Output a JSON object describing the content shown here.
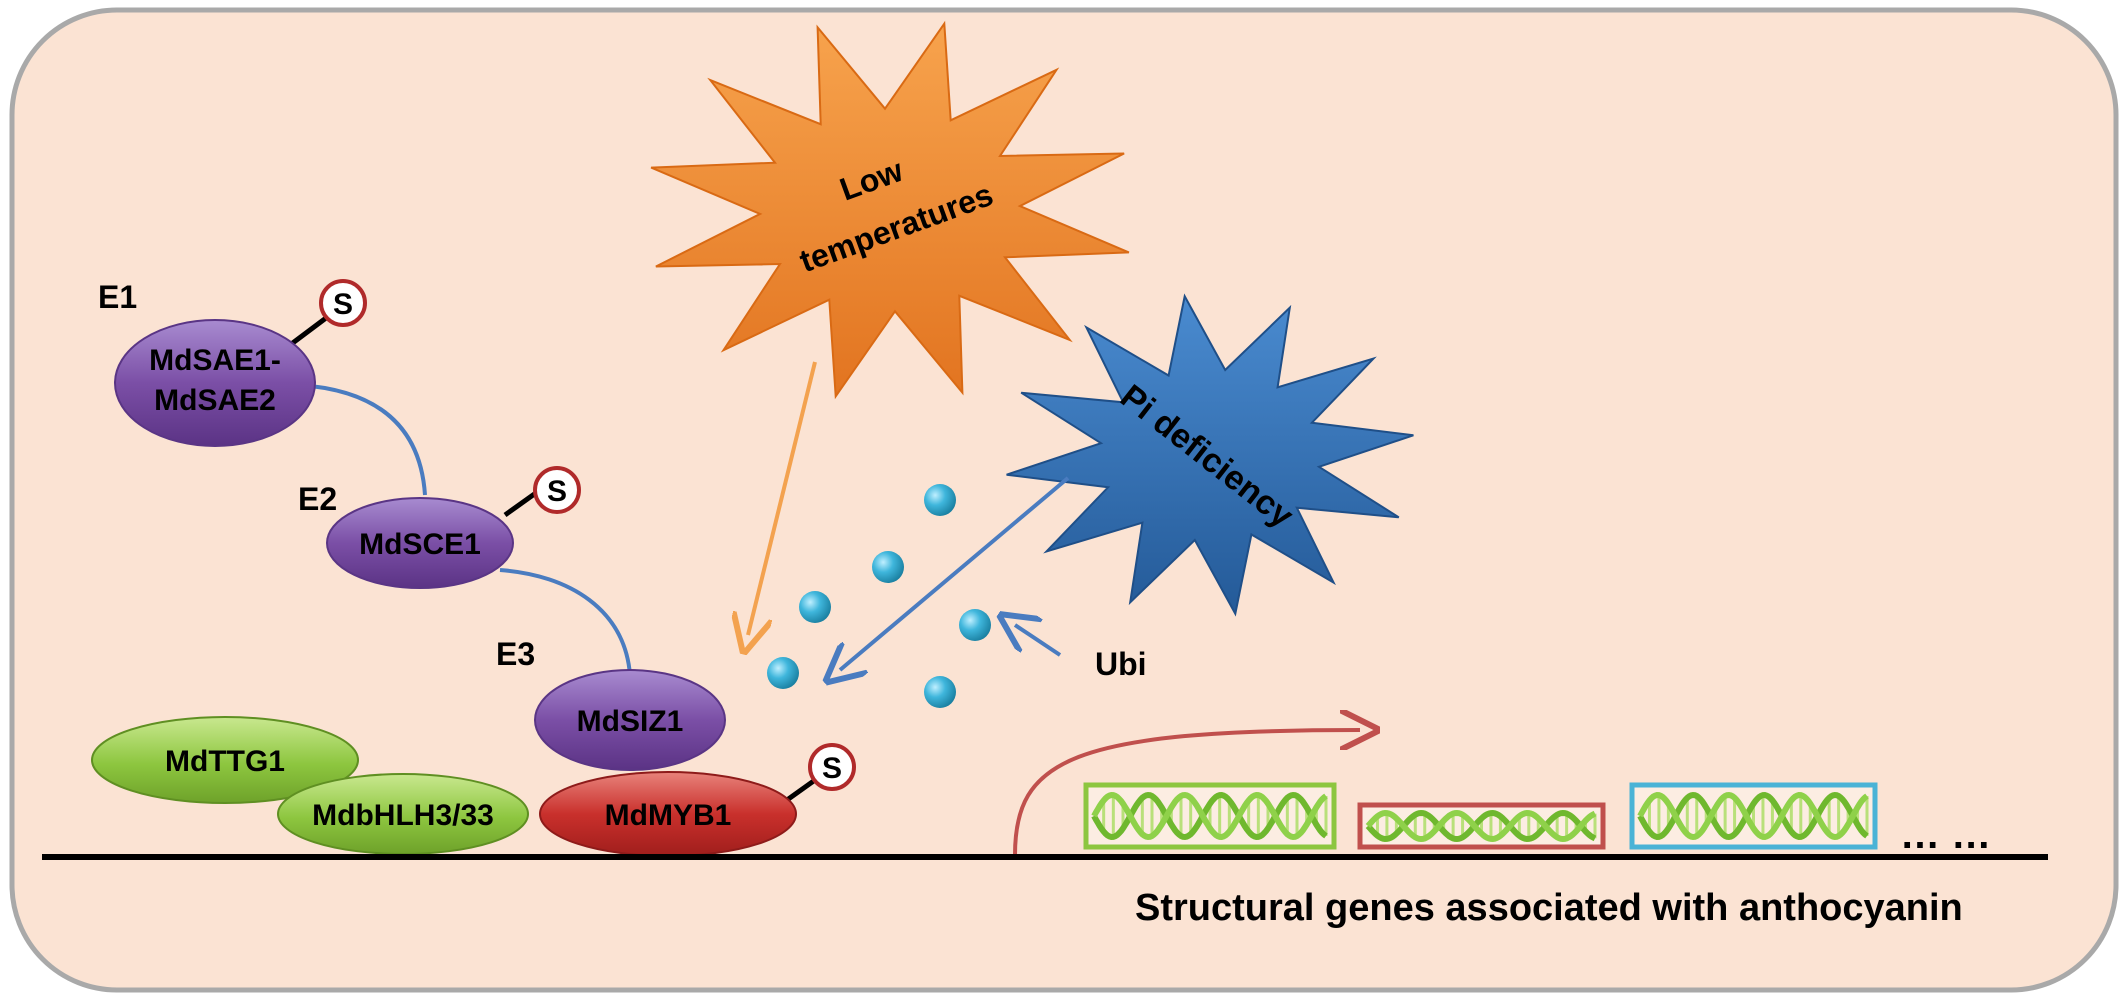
{
  "colors": {
    "panel_fill": "#fbe3d3",
    "panel_stroke": "#aaaaaa",
    "purple_protein": "#7b4fa6",
    "green_protein": "#8dc63f",
    "red_protein": "#c9302c",
    "orange_star": "#f0892b",
    "blue_star": "#2f6fb0",
    "ubiquitin_bead": "#29a3c6",
    "sumo_ring": "#b02a2a",
    "connector": "#4a7cc0",
    "orange_arrow": "#f3a24f",
    "red_arrow": "#c0504d",
    "dna_helix": "#7cc242"
  },
  "enzymes": {
    "e1_label": "E1",
    "e1_name_line1": "MdSAE1-",
    "e1_name_line2": "MdSAE2",
    "e2_label": "E2",
    "e2_name": "MdSCE1",
    "e3_label": "E3",
    "e3_name": "MdSIZ1"
  },
  "sumo_tag": "S",
  "complex": {
    "ttg1": "MdTTG1",
    "bhlh": "MdbHLH3/33",
    "myb1": "MdMYB1"
  },
  "stresses": {
    "low_temp_line1": "Low",
    "low_temp_line2": "temperatures",
    "pi_deficiency": "Pi deficiency"
  },
  "ubi_label": "Ubi",
  "ellipsis": "… …",
  "genes_caption": "Structural genes associated with anthocyanin",
  "icons": [
    "sumo-tag-icon",
    "ubiquitin-bead-icon",
    "dna-helix-icon",
    "starburst-icon"
  ]
}
